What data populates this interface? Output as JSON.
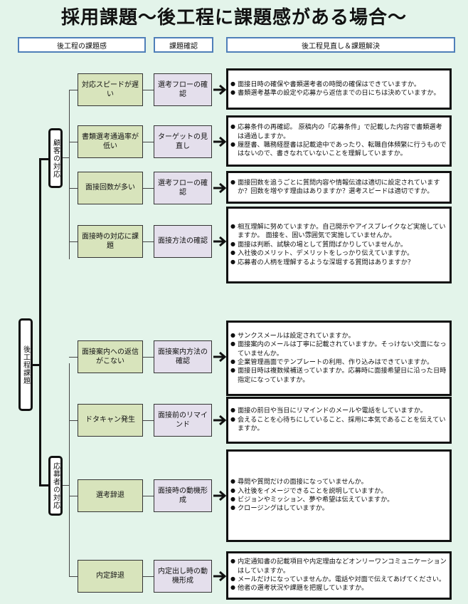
{
  "title": "採用課題～後工程に課題感がある場合～",
  "headers": {
    "col1": "後工程の課題感",
    "col2": "課題確認",
    "col3": "後工程見直し＆課題解決"
  },
  "root_label": "後工程課題",
  "groups": [
    {
      "label": "顧客の対応",
      "rows": [
        {
          "issue": "対応スピードが遅い",
          "check": "選考フローの確認",
          "solutions": [
            "面接日時の確保や書類選考者の時間の確保はできていますか。",
            "書類選考基準の設定や応募から返信までの日にちは決めていますか。"
          ]
        },
        {
          "issue": "書類選考通過率が低い",
          "check": "ターゲットの見直し",
          "solutions": [
            "応募条件の再確認。 原稿内の「応募条件」で記載した内容で書類選考は通過しますか。",
            "履歴書、職務経歴書は記載途中であったり、転職自体頻繁に行うものではないので、書きなれていないことを理解していますか。"
          ]
        },
        {
          "issue": "面接回数が多い",
          "check": "選考フローの確認",
          "solutions": [
            "面接回数を追うごとに質問内容や情報伝達は適切に設定されていますか？回数を増やす理由はありますか？選考スピードは適切ですか。"
          ]
        },
        {
          "issue": "面接時の対応に課題",
          "check": "面接方法の確認",
          "solutions": [
            "相互理解に努めていますか。自己開示やアイスブレイクなど実施していますか。 面接を、固い雰囲気で実施していませんか。",
            "面接は判断、試験の場として質問ばかりしていませんか。",
            "入社後のメリット、デメリットをしっかり伝えていますか。",
            "応募者の人柄を理解するような深堀する質問はありますか？"
          ]
        }
      ]
    },
    {
      "label": "応募者の対応",
      "rows": [
        {
          "issue": "面接案内への返信がこない",
          "check": "面接案内方法の確認",
          "solutions": [
            "サンクスメールは設定されていますか。",
            "面接案内のメールは丁寧に記載されていますか。そっけない文面になっていませんか。",
            "企業管理画面でテンプレートの利用、作り込みはできていますか。",
            "面接日時は複数候補送っていますか。応募時に面接希望日に沿った日時指定になっていますか。"
          ]
        },
        {
          "issue": "ドタキャン発生",
          "check": "面接前のリマインド",
          "solutions": [
            "面接の前日や当日にリマインドのメールや電話をしていますか。",
            "会えることを心待ちにしていること、採用に本気であることを伝えていますか。"
          ]
        },
        {
          "issue": "選考辞退",
          "check": "面接時の動機形成",
          "solutions": [
            "尋問や質問だけの面接になっていませんか。",
            "入社後をイメージできることを説明していますか。",
            "ビジョンやミッション、夢や希望は伝えていますか。",
            "クロージングはしていますか。"
          ]
        },
        {
          "issue": "内定辞退",
          "check": "内定出し時の動機形成",
          "solutions": [
            "内定通知書の記載項目や内定理由などオンリーワンコミュニケーションはしていますか。",
            "メールだけになっていませんか。電話や対面で伝えてあげてください。",
            "他者の選考状況や課題を把握していますか。"
          ]
        }
      ]
    }
  ]
}
